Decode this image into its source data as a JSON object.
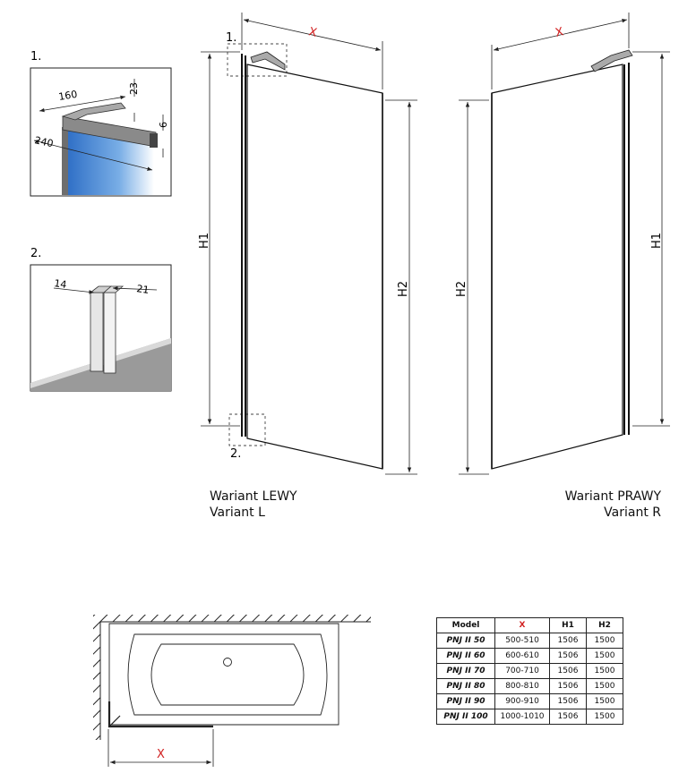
{
  "detail_labels": {
    "detail1": "1.",
    "detail2": "2."
  },
  "dimensions": {
    "bracket_length": "160",
    "bracket_height": "23",
    "bracket_depth": "240",
    "glass_gap": "6",
    "profile_left": "14",
    "profile_right": "21",
    "width": "X",
    "height1": "H1",
    "height2": "H2"
  },
  "variants": {
    "left": {
      "line1": "Wariant LEWY",
      "line2": "Variant L"
    },
    "right": {
      "line1": "Wariant PRAWY",
      "line2": "Variant R"
    }
  },
  "plan": {
    "width_label": "X"
  },
  "table": {
    "headers": [
      "Model",
      "X",
      "H1",
      "H2"
    ],
    "rows": [
      {
        "model": "PNJ II 50",
        "x": "500-510",
        "h1": "1506",
        "h2": "1500"
      },
      {
        "model": "PNJ II 60",
        "x": "600-610",
        "h1": "1506",
        "h2": "1500"
      },
      {
        "model": "PNJ II 70",
        "x": "700-710",
        "h1": "1506",
        "h2": "1500"
      },
      {
        "model": "PNJ II 80",
        "x": "800-810",
        "h1": "1506",
        "h2": "1500"
      },
      {
        "model": "PNJ II 90",
        "x": "900-910",
        "h1": "1506",
        "h2": "1500"
      },
      {
        "model": "PNJ II 100",
        "x": "1000-1010",
        "h1": "1506",
        "h2": "1500"
      }
    ]
  },
  "colors": {
    "accent": "#d12020",
    "glass": "#3a78c8"
  }
}
